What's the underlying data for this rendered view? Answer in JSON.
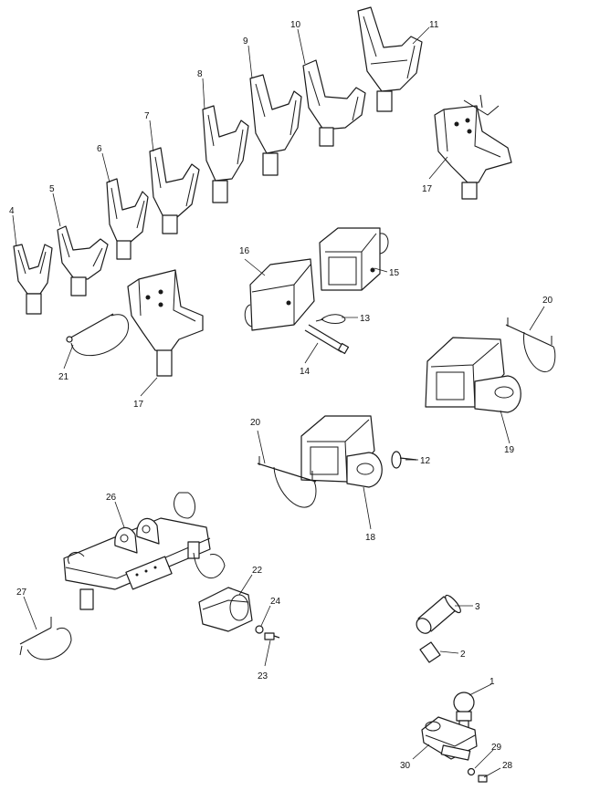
{
  "callouts": {
    "n1": "1",
    "n2": "2",
    "n3": "3",
    "n4": "4",
    "n5": "5",
    "n6": "6",
    "n7": "7",
    "n8": "8",
    "n9": "9",
    "n10": "10",
    "n11": "11",
    "n12": "12",
    "n13": "13",
    "n14": "14",
    "n15": "15",
    "n16": "16",
    "n17a": "17",
    "n17b": "17",
    "n18": "18",
    "n19": "19",
    "n20a": "20",
    "n20b": "20",
    "n21": "21",
    "n22": "22",
    "n23": "23",
    "n24": "24",
    "n26": "26",
    "n27": "27",
    "n28": "28",
    "n29": "29",
    "n30": "30"
  }
}
